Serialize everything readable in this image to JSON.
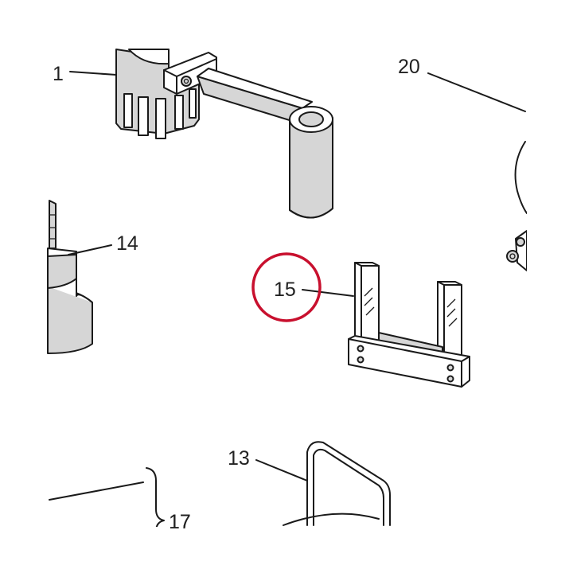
{
  "callouts": {
    "part_1": "1",
    "part_20": "20",
    "part_14": "14",
    "part_15": "15",
    "part_13": "13",
    "part_17": "17"
  },
  "highlight": {
    "part": "15",
    "color": "#c8102e"
  },
  "colors": {
    "line": "#1a1a1a",
    "shade": "#d6d6d6"
  }
}
